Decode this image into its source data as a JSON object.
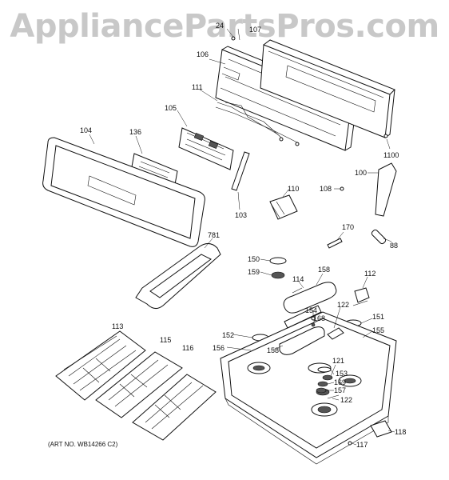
{
  "watermark": "AppliancePartsPros.com",
  "art_number": "(ART NO. WB14266 C2)",
  "callouts": {
    "c_24": "24",
    "c_107": "107",
    "c_106": "106",
    "c_111": "111",
    "c_105": "105",
    "c_104": "104",
    "c_136": "136",
    "c_1100": "1100",
    "c_100": "100",
    "c_108": "108",
    "c_110": "110",
    "c_103": "103",
    "c_170": "170",
    "c_88": "88",
    "c_781": "781",
    "c_150": "150",
    "c_159": "159",
    "c_114": "114",
    "c_158a": "158",
    "c_112": "112",
    "c_154": "154",
    "c_122a": "122",
    "c_168": "168",
    "c_151": "151",
    "c_155": "155",
    "c_113": "113",
    "c_152": "152",
    "c_115": "115",
    "c_116": "116",
    "c_156": "156",
    "c_158b": "158",
    "c_121": "121",
    "c_153": "153",
    "c_169": "169",
    "c_157": "157",
    "c_122b": "122",
    "c_118": "118",
    "c_117": "117"
  }
}
